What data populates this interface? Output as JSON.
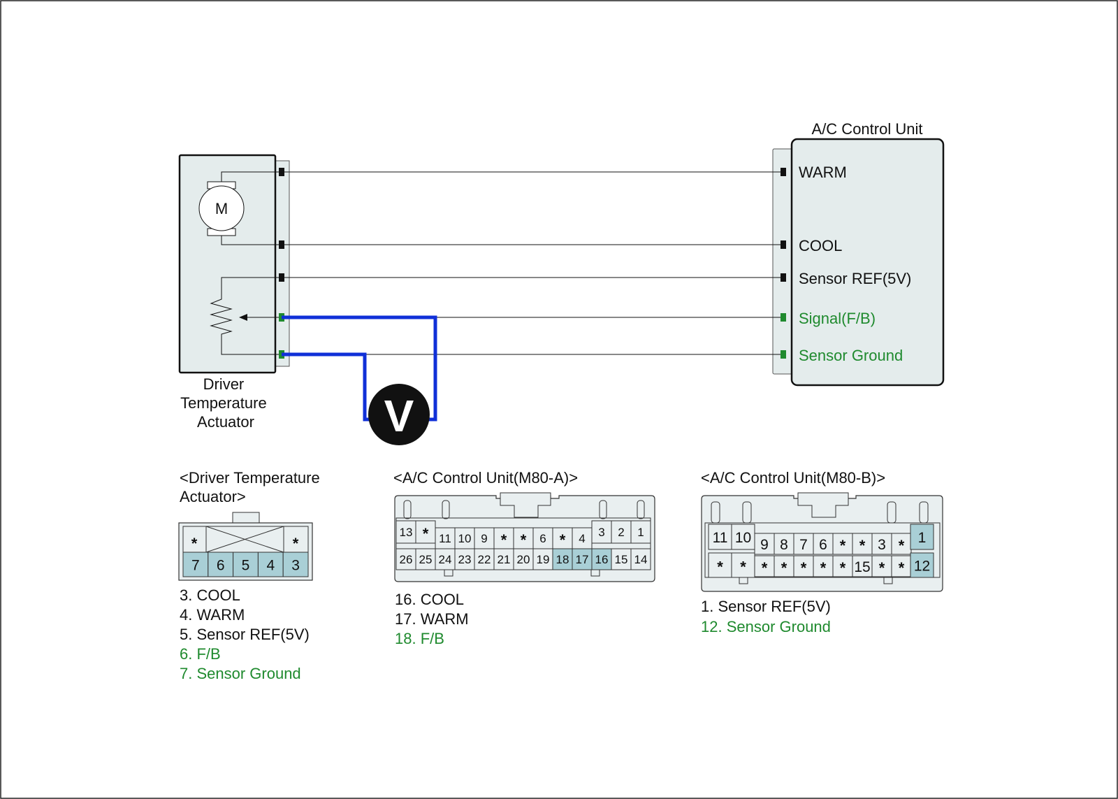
{
  "colors": {
    "green": "#1f8a2e",
    "meter_wire": "#1030d8",
    "connector_fill": "#e9eff0",
    "highlight_pin": "#a9cfd6",
    "box_fill": "#e4ecec"
  },
  "actuator": {
    "name_lines": [
      "Driver",
      "Temperature",
      "Actuator"
    ],
    "motor_symbol": "M"
  },
  "control_unit": {
    "title": "A/C Control Unit",
    "terminals": [
      {
        "label": "WARM",
        "color": "black"
      },
      {
        "label": "COOL",
        "color": "black"
      },
      {
        "label": "Sensor REF(5V)",
        "color": "black"
      },
      {
        "label": "Signal(F/B)",
        "color": "green"
      },
      {
        "label": "Sensor Ground",
        "color": "green"
      }
    ]
  },
  "meter": {
    "symbol": "V",
    "icon": "voltmeter-icon"
  },
  "connectors": {
    "actuator": {
      "title_lines": [
        "<Driver Temperature",
        "Actuator>"
      ],
      "top_pins": [
        "*",
        "*"
      ],
      "bottom_pins": [
        "7",
        "6",
        "5",
        "4",
        "3"
      ],
      "legend": [
        {
          "text": "3. COOL",
          "color": "black"
        },
        {
          "text": "4. WARM",
          "color": "black"
        },
        {
          "text": "5. Sensor REF(5V)",
          "color": "black"
        },
        {
          "text": "6. F/B",
          "color": "green"
        },
        {
          "text": "7. Sensor Ground",
          "color": "green"
        }
      ]
    },
    "m80a": {
      "title": "<A/C Control Unit(M80-A)>",
      "top_row": [
        "13",
        "*",
        "11",
        "10",
        "9",
        "*",
        "*",
        "6",
        "*",
        "4",
        "3",
        "2",
        "1"
      ],
      "bottom_row": [
        "26",
        "25",
        "24",
        "23",
        "22",
        "21",
        "20",
        "19",
        "18",
        "17",
        "16",
        "15",
        "14"
      ],
      "highlighted": [
        "18",
        "17",
        "16"
      ],
      "legend": [
        {
          "text": "16. COOL",
          "color": "black"
        },
        {
          "text": "17. WARM",
          "color": "black"
        },
        {
          "text": "18. F/B",
          "color": "green"
        }
      ]
    },
    "m80b": {
      "title": "<A/C Control Unit(M80-B)>",
      "top_row": [
        "11",
        "10",
        "9",
        "8",
        "7",
        "6",
        "*",
        "*",
        "3",
        "*",
        "1"
      ],
      "bottom_row": [
        "*",
        "*",
        "*",
        "*",
        "*",
        "*",
        "*",
        "15",
        "*",
        "*",
        "12"
      ],
      "highlighted": [
        "1",
        "12"
      ],
      "legend": [
        {
          "text": "1. Sensor REF(5V)",
          "color": "black"
        },
        {
          "text": "12. Sensor Ground",
          "color": "green"
        }
      ]
    }
  }
}
